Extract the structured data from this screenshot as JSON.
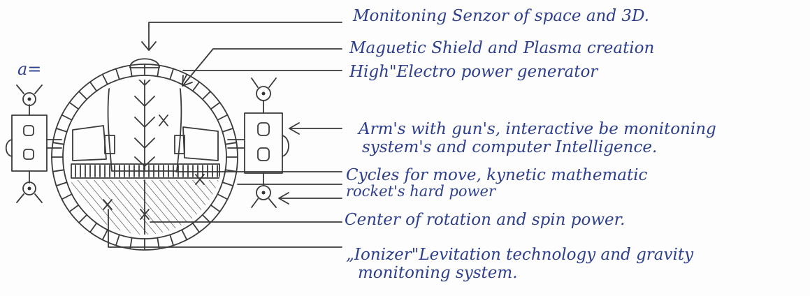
{
  "diagram": {
    "side_mark": "a=",
    "labels": [
      "Monitoning Senzor of space and 3D.",
      "Maguetic Shield and Plasma creation",
      "High\"Electro power generator",
      "Arm's with gun's, interactive be monitoning",
      "system's and computer Intelligence.",
      "Cycles for move, kynetic mathematic",
      "rocket's hard power",
      "Center of rotation and spin power.",
      "„Ionizer\"Levitation technology and gravity",
      "monitoning system."
    ]
  }
}
